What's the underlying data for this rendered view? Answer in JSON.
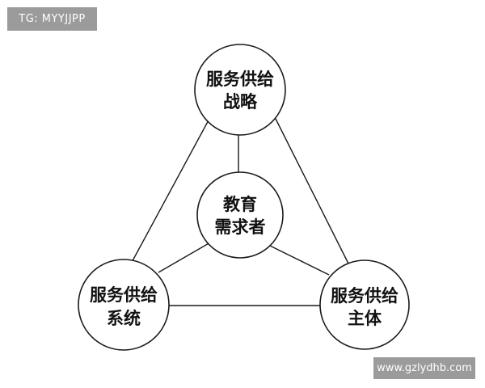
{
  "watermark_top": "TG: MYYJJPP",
  "watermark_bottom": "www.gzlydhb.com",
  "nodes": {
    "top": {
      "line1": "服务供给",
      "line2": "战略"
    },
    "center": {
      "line1": "教育",
      "line2": "需求者"
    },
    "left": {
      "line1": "服务供给",
      "line2": "系统"
    },
    "right": {
      "line1": "服务供给",
      "line2": "主体"
    }
  },
  "colors": {
    "line": "#1a1a1a",
    "watermark_bg": "#9b9b9b",
    "watermark_text": "#ffffff"
  }
}
